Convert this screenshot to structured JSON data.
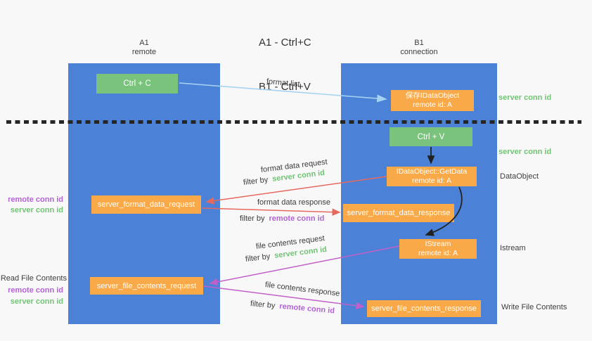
{
  "title": {
    "line1": "A1 - Ctrl+C",
    "line2": "B1 - Ctrl+V"
  },
  "lanes": {
    "a1": {
      "name": "A1",
      "subtitle": "remote"
    },
    "b1": {
      "name": "B1",
      "subtitle": "connection"
    }
  },
  "boxes": {
    "ctrl_c": "Ctrl + C",
    "ctrl_v": "Ctrl + V",
    "save_dataobject": {
      "line1": "保存IDataObject",
      "line2": "remote id: A"
    },
    "getdata": {
      "line1": "IDataObject::GetData",
      "line2": "remote id: A"
    },
    "istream": {
      "line1": "IStream",
      "line2": "remote id: A"
    },
    "format_request": "server_format_data_request",
    "format_response": "server_format_data_response",
    "file_request": "server_file_contents_request",
    "file_response": "server_file_contents_response"
  },
  "labels": {
    "right": {
      "server_conn_id_1": "server conn id",
      "server_conn_id_2": "server conn id",
      "dataobject": "DataObject",
      "istream": "Istream",
      "write_file": "Write File Contents"
    },
    "left": {
      "remote_conn_id_1": "remote conn id",
      "server_conn_id_1": "server conn id",
      "read_file": "Read File Contents",
      "remote_conn_id_2": "remote conn id",
      "server_conn_id_2": "server conn id"
    }
  },
  "annotations": {
    "format_list": "format list",
    "format_data_request": "format data request",
    "format_req_filter": {
      "prefix": "filter by",
      "id": "server conn id"
    },
    "format_data_response": "format data response",
    "format_resp_filter": {
      "prefix": "filter by",
      "id": "remote conn id"
    },
    "file_contents_request": "file contents request",
    "file_req_filter": {
      "prefix": "filter by",
      "id": "server conn id"
    },
    "file_contents_response": "file contents response",
    "file_resp_filter": {
      "prefix": "filter by",
      "id": "remote conn id"
    }
  },
  "colors": {
    "lane_blue": "#4b82d8",
    "box_green": "#79c37c",
    "box_orange": "#f9a948",
    "arrow_red": "#e5695e",
    "arrow_magenta": "#c060c8",
    "arrow_blue": "#a6d3f2",
    "arrow_black": "#222222",
    "text_green": "#72c376",
    "text_purple": "#b264d2"
  }
}
